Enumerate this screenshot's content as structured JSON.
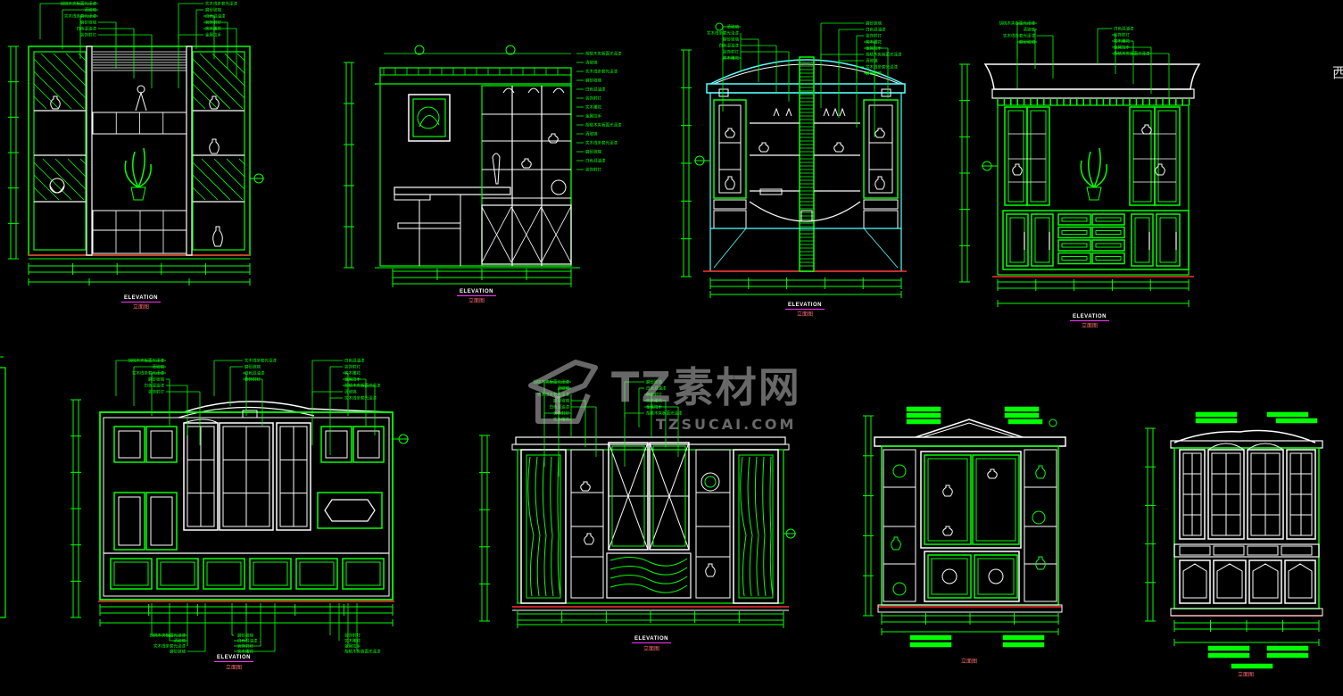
{
  "drawing": {
    "view_type_en": "ELEVATION",
    "view_type_zh": "立面图",
    "colors": {
      "background": "#000000",
      "lines_primary": "#00ff00",
      "lines_secondary": "#55ffff",
      "lines_white": "#ffffff",
      "annotation_accent": "#ff33ff",
      "baseline_red": "#ff3030"
    },
    "callout_texts": {
      "a": "胡桃木夹板面光泽漆",
      "b": "清玻璃",
      "c": "实木线条套光泽漆",
      "d": "磨砂玻璃",
      "e": "白色混油漆",
      "f": "装饰射灯",
      "g": "实木雕花",
      "h": "金属拉手"
    }
  },
  "watermark": {
    "brand": "TZ素材网",
    "url": "TZSUCAI.COM"
  },
  "edge_glyph": "西"
}
